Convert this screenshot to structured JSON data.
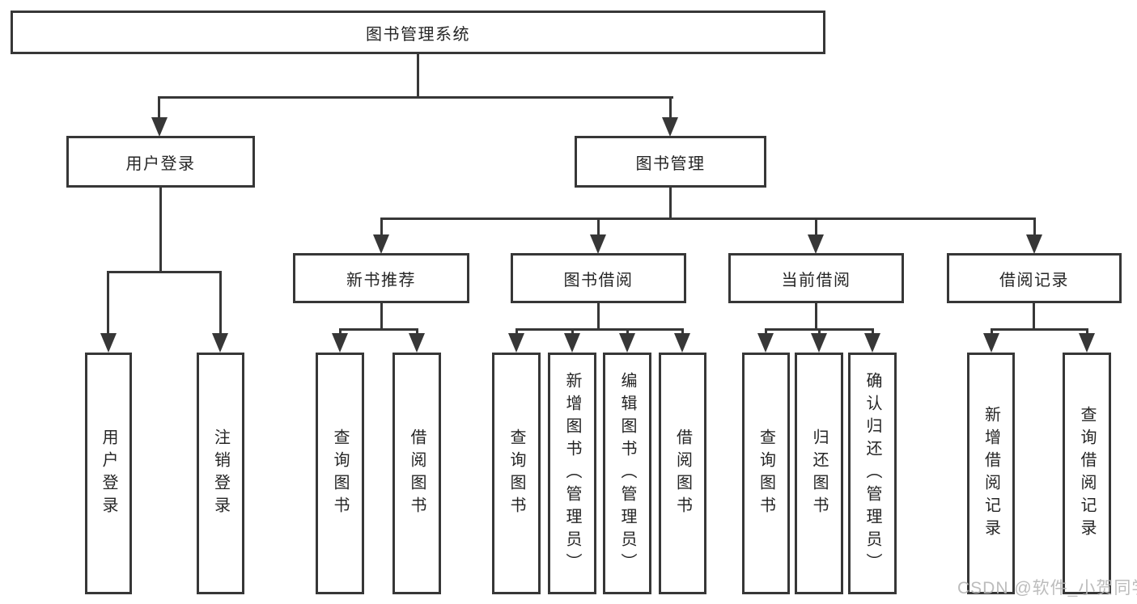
{
  "tree": {
    "root": {
      "label": "图书管理系统"
    },
    "branches": [
      {
        "label": "用户登录",
        "leaves": [
          {
            "label": "用户登录"
          },
          {
            "label": "注销登录"
          }
        ]
      },
      {
        "label": "图书管理",
        "modules": [
          {
            "label": "新书推荐",
            "leaves": [
              {
                "label": "查询图书"
              },
              {
                "label": "借阅图书"
              }
            ]
          },
          {
            "label": "图书借阅",
            "leaves": [
              {
                "label": "查询图书"
              },
              {
                "label": "新增图书（管理员）"
              },
              {
                "label": "编辑图书（管理员）"
              },
              {
                "label": "借阅图书"
              }
            ]
          },
          {
            "label": "当前借阅",
            "leaves": [
              {
                "label": "查询图书"
              },
              {
                "label": "归还图书"
              },
              {
                "label": "确认归还（管理员）"
              }
            ]
          },
          {
            "label": "借阅记录",
            "leaves": [
              {
                "label": "新增借阅记录"
              },
              {
                "label": "查询借阅记录"
              }
            ]
          }
        ]
      }
    ]
  },
  "watermark": {
    "label": "CSDN @软件_小贺同学"
  },
  "colors": {
    "line": "#373737",
    "text": "#252525",
    "watermark": "#b7b7b7",
    "background": "#ffffff"
  }
}
